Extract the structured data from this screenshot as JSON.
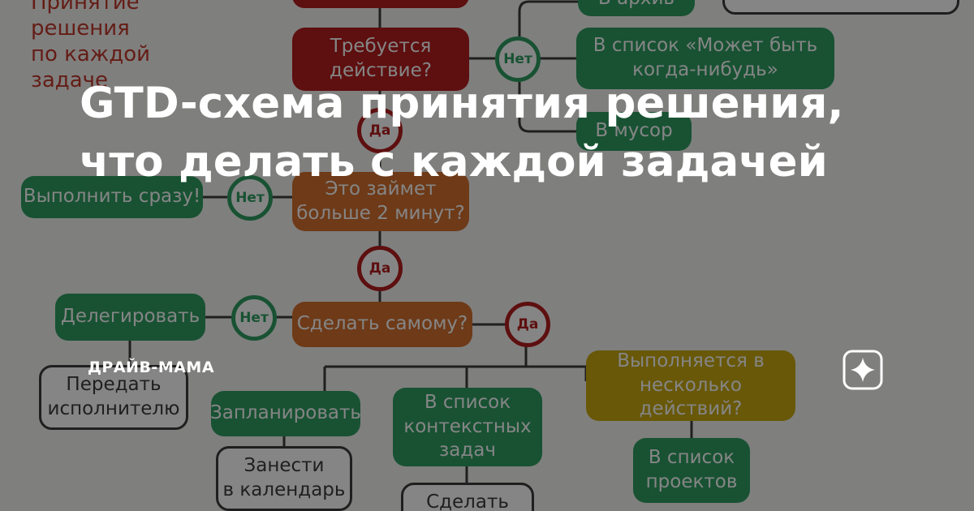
{
  "headline": "GTD-схема принятия решения,\nчто делать с каждой задачей",
  "brand": "ДРАЙВ-МАМА",
  "diagram": {
    "corner_text": "Принятие\nрешения\nпо каждой\nзадаче",
    "top_cut_left": "В архив",
    "question_action": "Требуется\nдействие?",
    "maybe_list": "В список «Может быть\nкогда-нибудь»",
    "trash": "В мусор",
    "question_two_minutes": "Это займет\nбольше 2 минут?",
    "do_now": "Выполнить сразу!",
    "question_do_self": "Сделать самому?",
    "delegate": "Делегировать",
    "pass_to_executor": "Передать\nисполнителю",
    "schedule": "Запланировать",
    "add_to_calendar": "Занести\nв календарь",
    "context_list": "В список\nконтекстных\nзадач",
    "do_it": "Сделать",
    "question_multistep": "Выполняется в\nнесколько действий?",
    "projects_list": "В список\nпроектов",
    "yes_label": "Да",
    "no_label": "Нет"
  },
  "colors": {
    "question_red": "#b41e1e",
    "question_orange": "#d4702e",
    "action_green": "#2f9e62",
    "question_yellow": "#c8aa10",
    "overlay": "rgba(0,0,0,0.48)"
  },
  "icons": {
    "brand_badge": "sparkle-star-icon"
  }
}
